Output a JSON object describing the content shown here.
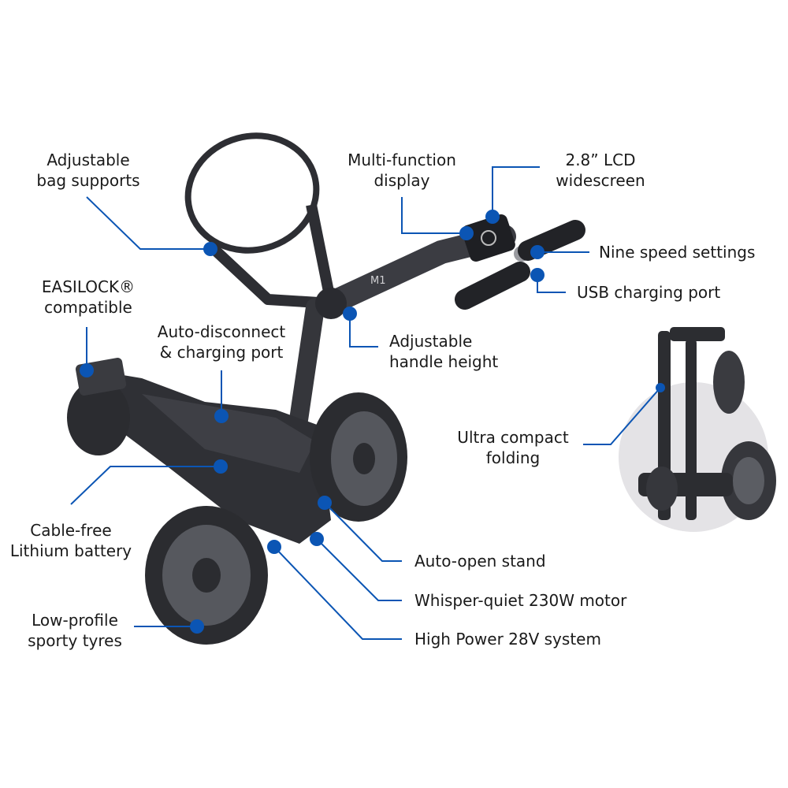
{
  "accent_color": "#0b55b4",
  "model_badge": "M1",
  "callouts": {
    "bag_supports": [
      "Adjustable",
      "bag supports"
    ],
    "easilock": [
      "EASILOCK®",
      "compatible"
    ],
    "auto_disconnect": [
      "Auto-disconnect",
      "& charging port"
    ],
    "multi_display": [
      "Multi-function",
      "display"
    ],
    "lcd": [
      "2.8” LCD",
      "widescreen"
    ],
    "nine_speed": "Nine speed settings",
    "usb": "USB charging port",
    "handle_height": [
      "Adjustable",
      "handle height"
    ],
    "compact": [
      "Ultra compact",
      "folding"
    ],
    "battery": [
      "Cable-free",
      "Lithium battery"
    ],
    "stand": "Auto-open stand",
    "motor": "Whisper-quiet 230W motor",
    "power": "High Power 28V system",
    "tyres": [
      "Low-profile",
      "sporty tyres"
    ]
  }
}
